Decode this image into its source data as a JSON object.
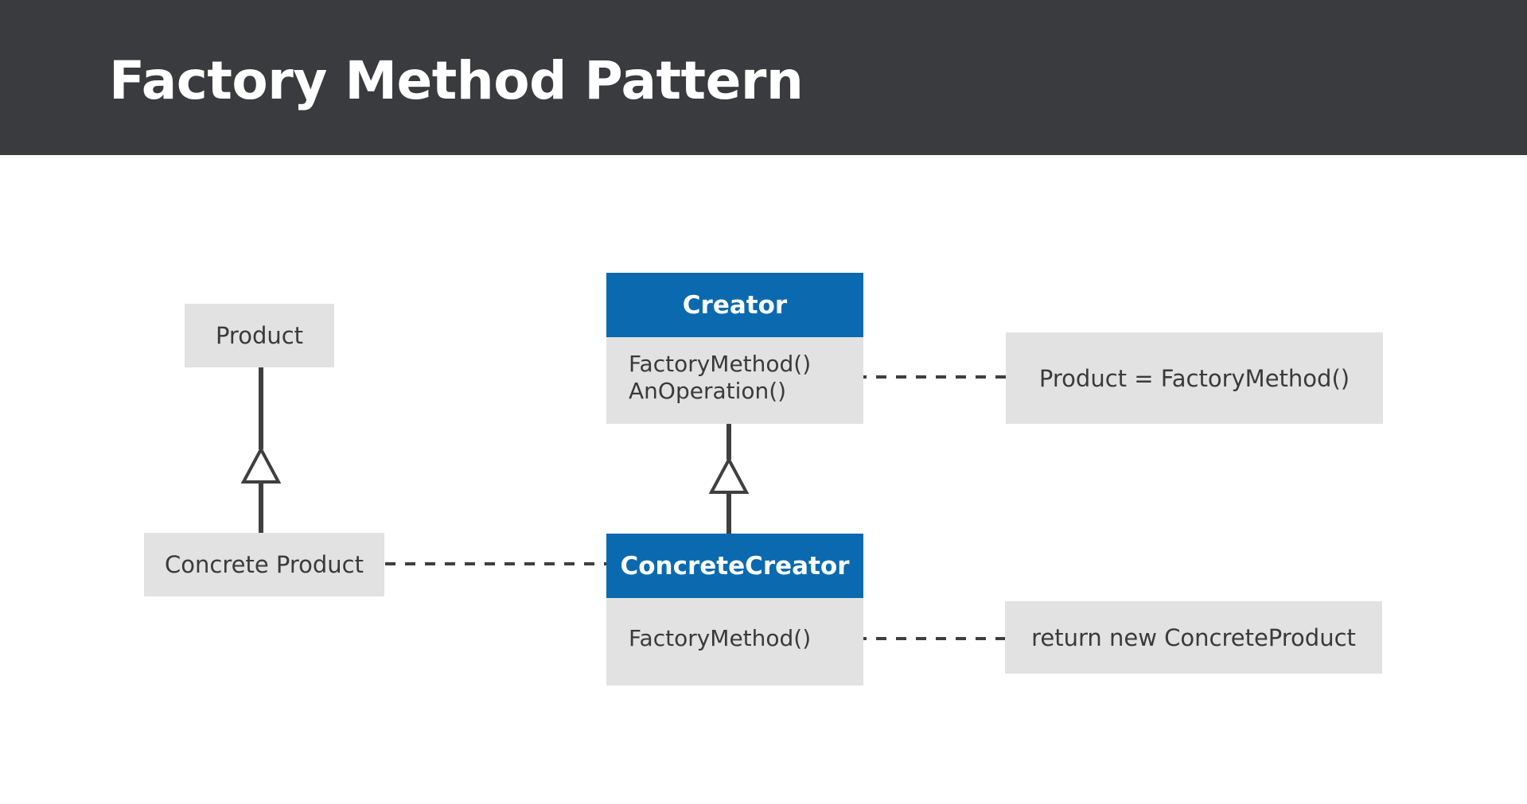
{
  "title": "Factory Method Pattern",
  "colors": {
    "header_bg": "#3a3b3f",
    "class_header": "#0b6aaf",
    "box_bg": "#e2e2e2",
    "connector": "#3f3f3f"
  },
  "diagram": {
    "product": {
      "label": "Product"
    },
    "concrete_product": {
      "label": "Concrete Product"
    },
    "creator": {
      "name": "Creator",
      "methods": [
        "FactoryMethod()",
        "AnOperation()"
      ]
    },
    "concrete_creator": {
      "name": "ConcreteCreator",
      "methods": [
        "FactoryMethod()"
      ]
    },
    "notes": {
      "creator_note": "Product = FactoryMethod()",
      "concrete_creator_note": "return new ConcreteProduct"
    }
  }
}
